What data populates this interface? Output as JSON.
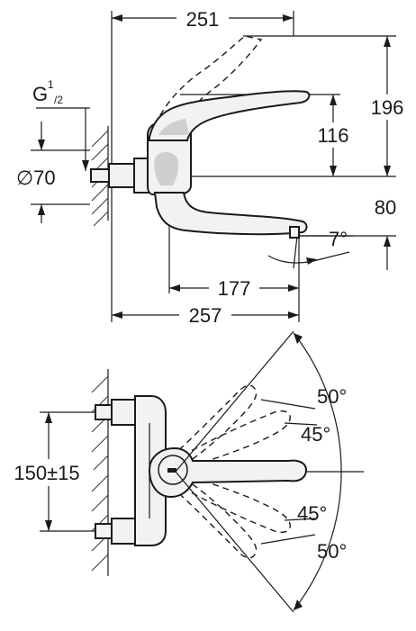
{
  "side_view": {
    "dim_width_top": "251",
    "dim_height_total": "196",
    "dim_height_lever": "116",
    "dim_thread_base": "G",
    "dim_thread_sup": "1",
    "dim_thread_sub": "/2",
    "dim_diameter": "∅70",
    "dim_spout_height": "80",
    "dim_angle": "7°",
    "dim_spout_reach": "177",
    "dim_width_bottom": "257"
  },
  "top_view": {
    "dim_centers": "150±15",
    "angle_upper_outer": "50°",
    "angle_upper_inner": "45°",
    "angle_lower_inner": "45°",
    "angle_lower_outer": "50°"
  }
}
